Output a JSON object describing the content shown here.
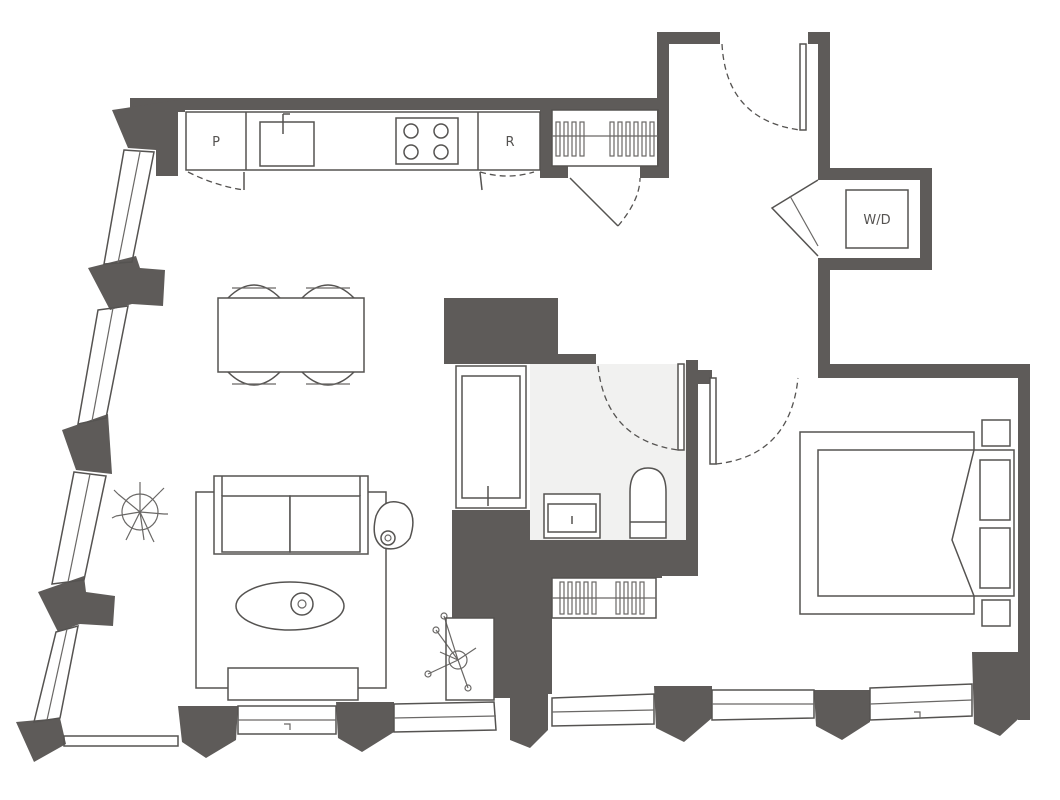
{
  "labels": {
    "pantry": "P",
    "refrigerator": "R",
    "washer_dryer": "W/D"
  },
  "colors": {
    "wall": "#5e5b59",
    "line": "#555351",
    "bath_floor": "#f1f1f0",
    "background": "#ffffff"
  }
}
